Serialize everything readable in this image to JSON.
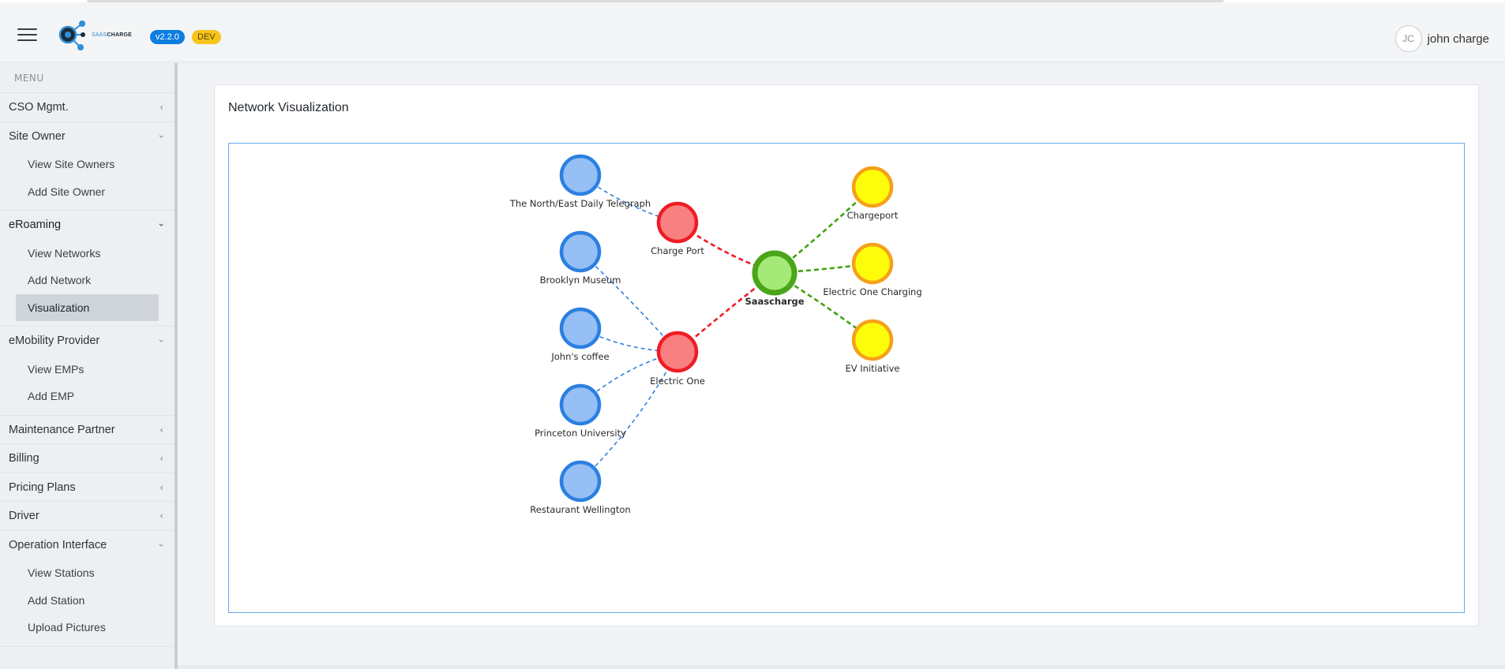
{
  "header": {
    "logo_text_light": "SAAS",
    "logo_text_dark": "CHARGE",
    "version": "v2.2.0",
    "environment": "DEV",
    "user": {
      "initials": "JC",
      "name": "john charge"
    }
  },
  "sidebar": {
    "menu_label": "MENU",
    "items": [
      {
        "label": "CSO Mgmt.",
        "expanded": false,
        "children": []
      },
      {
        "label": "Site Owner",
        "expanded": true,
        "children": [
          "View Site Owners",
          "Add Site Owner"
        ]
      },
      {
        "label": "eRoaming",
        "expanded": true,
        "active": true,
        "children": [
          "View Networks",
          "Add Network",
          "Visualization"
        ],
        "selected_child": "Visualization"
      },
      {
        "label": "eMobility Provider",
        "expanded": true,
        "children": [
          "View EMPs",
          "Add EMP"
        ]
      },
      {
        "label": "Maintenance Partner",
        "expanded": false,
        "children": []
      },
      {
        "label": "Billing",
        "expanded": false,
        "children": []
      },
      {
        "label": "Pricing Plans",
        "expanded": false,
        "children": []
      },
      {
        "label": "Driver",
        "expanded": false,
        "children": []
      },
      {
        "label": "Operation Interface",
        "expanded": true,
        "children": [
          "View Stations",
          "Add Station",
          "Upload Pictures"
        ]
      }
    ]
  },
  "main": {
    "title": "Network Visualization",
    "graph": {
      "colors": {
        "root_fill": "#a5ea78",
        "root_stroke": "#4aa518",
        "network_fill": "#f98080",
        "network_stroke": "#ee1c25",
        "site_fill": "#95bff5",
        "site_stroke": "#2b80e1",
        "emp_fill": "#fdfd0b",
        "emp_stroke": "#f5a11a",
        "edge_site": "#2b80e1",
        "edge_network": "#ee1c25",
        "edge_emp": "#41a30f"
      },
      "nodes": [
        {
          "id": "saascharge",
          "label": "Saascharge",
          "kind": "root"
        },
        {
          "id": "chargeport_net",
          "label": "Charge Port",
          "kind": "network"
        },
        {
          "id": "electricone_net",
          "label": "Electric One",
          "kind": "network"
        },
        {
          "id": "telegraph",
          "label": "The North/East Daily Telegraph",
          "kind": "site"
        },
        {
          "id": "brooklyn",
          "label": "Brooklyn Museum",
          "kind": "site"
        },
        {
          "id": "johns",
          "label": "John's coffee",
          "kind": "site"
        },
        {
          "id": "princeton",
          "label": "Princeton University",
          "kind": "site"
        },
        {
          "id": "wellington",
          "label": "Restaurant Wellington",
          "kind": "site"
        },
        {
          "id": "chargeport_emp",
          "label": "Chargeport",
          "kind": "emp"
        },
        {
          "id": "eocharging",
          "label": "Electric One Charging",
          "kind": "emp"
        },
        {
          "id": "evinit",
          "label": "EV Initiative",
          "kind": "emp"
        }
      ],
      "edges": [
        {
          "from": "telegraph",
          "to": "chargeport_net"
        },
        {
          "from": "brooklyn",
          "to": "electricone_net"
        },
        {
          "from": "johns",
          "to": "electricone_net"
        },
        {
          "from": "princeton",
          "to": "electricone_net"
        },
        {
          "from": "wellington",
          "to": "electricone_net"
        },
        {
          "from": "chargeport_net",
          "to": "saascharge"
        },
        {
          "from": "electricone_net",
          "to": "saascharge"
        },
        {
          "from": "saascharge",
          "to": "chargeport_emp"
        },
        {
          "from": "saascharge",
          "to": "eocharging"
        },
        {
          "from": "saascharge",
          "to": "evinit"
        }
      ]
    }
  }
}
